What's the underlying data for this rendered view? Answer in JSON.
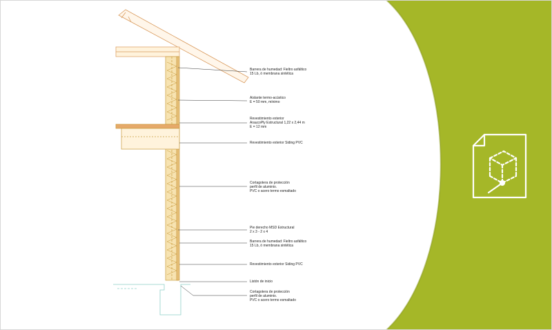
{
  "colors": {
    "background": "#f2f2f2",
    "accent": "#a5b728",
    "drawing_wood": "#e6c07a",
    "drawing_line": "#c89a3c",
    "foundation": "#8fd0c9",
    "icon": "#ffffff"
  },
  "icon": "document-3d-cube-icon",
  "callouts": [
    {
      "lines": [
        "Barrera de humedad: Fieltro asfáltico",
        "15 Lb, ó membrana sintética"
      ]
    },
    {
      "lines": [
        "Aislante termo-acústico",
        "E = 50 mm, mínimo"
      ]
    },
    {
      "lines": [
        "Revestimiento exterior",
        "AraucoPly Estructural 1,22 x 2,44 m",
        "E =  12 mm"
      ]
    },
    {
      "lines": [
        "Revestimiento exterior Siding PVC"
      ]
    },
    {
      "lines": [
        "Cortagotera de protección",
        "perfil de aluminio.",
        "PVC o acero termo esmaltado"
      ]
    },
    {
      "lines": [
        "Pie derecho MSD Estructural",
        "2 x 3 - 2 x 4"
      ]
    },
    {
      "lines": [
        "Barrera de humedad: Fieltro asfáltico",
        "15 Lb, ó membrana sintética"
      ]
    },
    {
      "lines": [
        "Revestimiento exterior Siding PVC"
      ]
    },
    {
      "lines": [
        "Listón de inicio"
      ]
    },
    {
      "lines": [
        "Cortagotera de protección",
        "perfil de aluminio.",
        "PVC o acero termo esmaltado"
      ]
    }
  ]
}
